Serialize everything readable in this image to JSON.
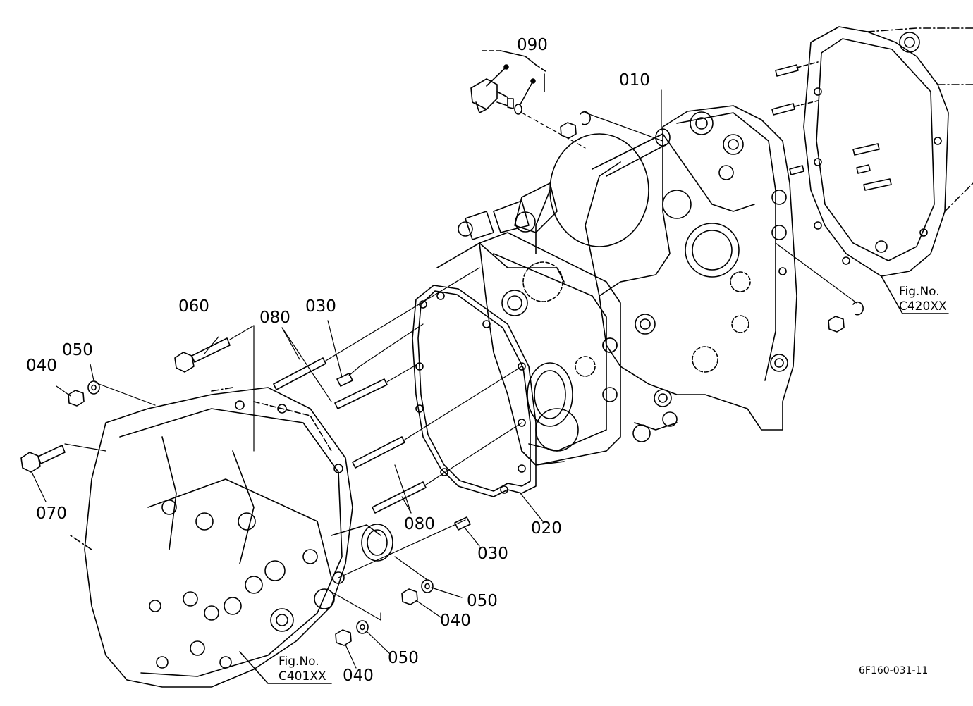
{
  "labels": {
    "p090": "090",
    "p010": "010",
    "p060": "060",
    "p080_top": "080",
    "p030_top": "030",
    "p050_left": "050",
    "p040_left": "040",
    "p070": "070",
    "p080_bottom": "080",
    "p020": "020",
    "p030_bottom": "030",
    "p050_mid": "050",
    "p040_mid": "040",
    "p050_low": "050",
    "p040_low": "040"
  },
  "figure_refs": {
    "right": {
      "prefix": "Fig.No.",
      "ref": "C420XX"
    },
    "left": {
      "prefix": "Fig.No.",
      "ref": "C401XX"
    }
  },
  "drawing_code": "6F160-031-11",
  "colors": {
    "ink": "#000000",
    "paper": "#ffffff"
  }
}
